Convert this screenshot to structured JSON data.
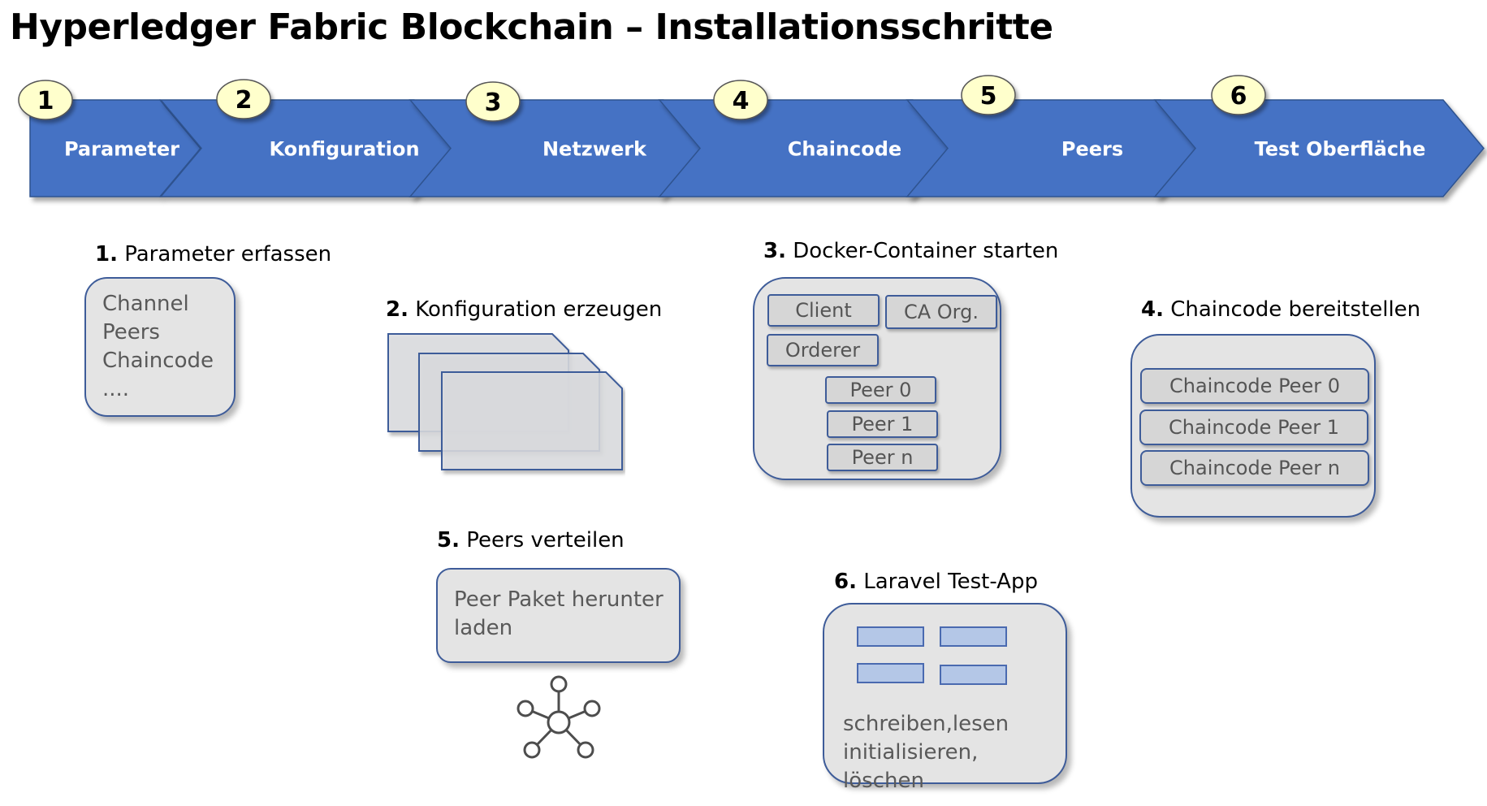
{
  "title": "Hyperledger Fabric Blockchain – Installationsschritte",
  "colors": {
    "chevron": "#4472c4",
    "badge": "#ffffcc",
    "panel_border": "#3e5c99",
    "panel_fill": "#e4e4e4"
  },
  "steps": [
    {
      "number": "1",
      "label": "Parameter"
    },
    {
      "number": "2",
      "label": "Konfiguration"
    },
    {
      "number": "3",
      "label": "Netzwerk"
    },
    {
      "number": "4",
      "label": "Chaincode"
    },
    {
      "number": "5",
      "label": "Peers"
    },
    {
      "number": "6",
      "label": "Test Oberfläche"
    }
  ],
  "sections": {
    "parameter": {
      "num": "1.",
      "title": "Parameter erfassen",
      "items": "Channel\nPeers\nChaincode\n...."
    },
    "konfiguration": {
      "num": "2.",
      "title": "Konfiguration erzeugen"
    },
    "netzwerk": {
      "num": "3.",
      "title": "Docker-Container starten",
      "client": "Client",
      "ca": "CA Org.",
      "orderer": "Orderer",
      "peers": [
        "Peer 0",
        "Peer 1",
        "Peer n"
      ]
    },
    "chaincode": {
      "num": "4.",
      "title": "Chaincode bereitstellen",
      "items": [
        "Chaincode Peer 0",
        "Chaincode Peer 1",
        "Chaincode Peer n"
      ]
    },
    "peers": {
      "num": "5.",
      "title": "Peers verteilen",
      "text": "Peer Paket herunter\nladen"
    },
    "testapp": {
      "num": "6.",
      "title": "Laravel Test-App",
      "text": "schreiben,lesen\ninitialisieren, löschen"
    }
  }
}
